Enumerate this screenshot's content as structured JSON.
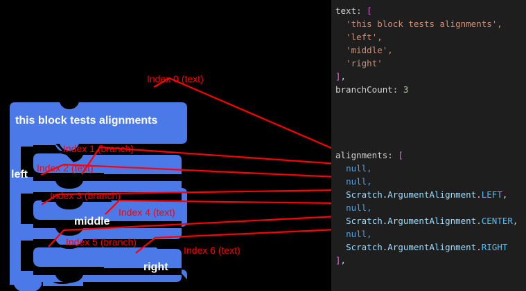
{
  "colors": {
    "canvas_bg": "#000000",
    "block_fill": "#4C79E8",
    "block_text": "#ffffff",
    "annotation": "#ff0000",
    "code_bg": "#1e1e1e",
    "code_default": "#d4d4d4",
    "code_string": "#ce9178",
    "code_number": "#b5cea8",
    "code_keyword": "#569cd6",
    "code_identifier": "#9cdcfe",
    "code_constant": "#4fc1ff",
    "code_bracket": "#da70d6"
  },
  "block": {
    "labels": [
      {
        "text": "this block tests alignments",
        "align": "left"
      },
      {
        "text": "left",
        "align": "left"
      },
      {
        "text": "middle",
        "align": "center"
      },
      {
        "text": "right",
        "align": "right"
      }
    ]
  },
  "annotations": [
    {
      "label": "Index 0 (text)"
    },
    {
      "label": "Index 1 (branch)"
    },
    {
      "label": "Index 2 (text)"
    },
    {
      "label": "Index 3 (branch)"
    },
    {
      "label": "Index 4 (text)"
    },
    {
      "label": "Index 5 (branch)"
    },
    {
      "label": "Index 6 (text)"
    }
  ],
  "code": {
    "text_key": "text",
    "text_values": [
      "'this block tests alignments',",
      "'left',",
      "'middle',",
      "'right'"
    ],
    "branch_count_key": "branchCount",
    "branch_count_value": "3",
    "alignments_key": "alignments",
    "alignments_values": [
      {
        "kind": "null",
        "text": "null,"
      },
      {
        "kind": "null",
        "text": "null,"
      },
      {
        "kind": "member",
        "ns": "Scratch",
        "cls": "ArgumentAlignment",
        "const": "LEFT",
        "tail": ","
      },
      {
        "kind": "null",
        "text": "null,"
      },
      {
        "kind": "member",
        "ns": "Scratch",
        "cls": "ArgumentAlignment",
        "const": "CENTER",
        "tail": ","
      },
      {
        "kind": "null",
        "text": "null,"
      },
      {
        "kind": "member",
        "ns": "Scratch",
        "cls": "ArgumentAlignment",
        "const": "RIGHT",
        "tail": ""
      }
    ],
    "open_bracket": "[",
    "close_bracket": "]",
    "comma": ",",
    "colon": ":"
  }
}
